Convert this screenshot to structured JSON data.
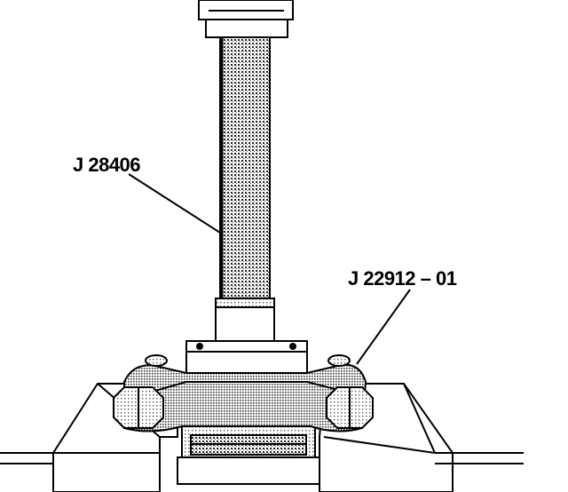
{
  "figure": {
    "callouts": [
      {
        "id": "screw-tool",
        "text": "J 28406"
      },
      {
        "id": "bridge-tool",
        "text": "J 22912 – 01"
      }
    ],
    "colors": {
      "line": "#000000",
      "background": "#ffffff",
      "screen_tone": "#9a9a9a"
    }
  }
}
